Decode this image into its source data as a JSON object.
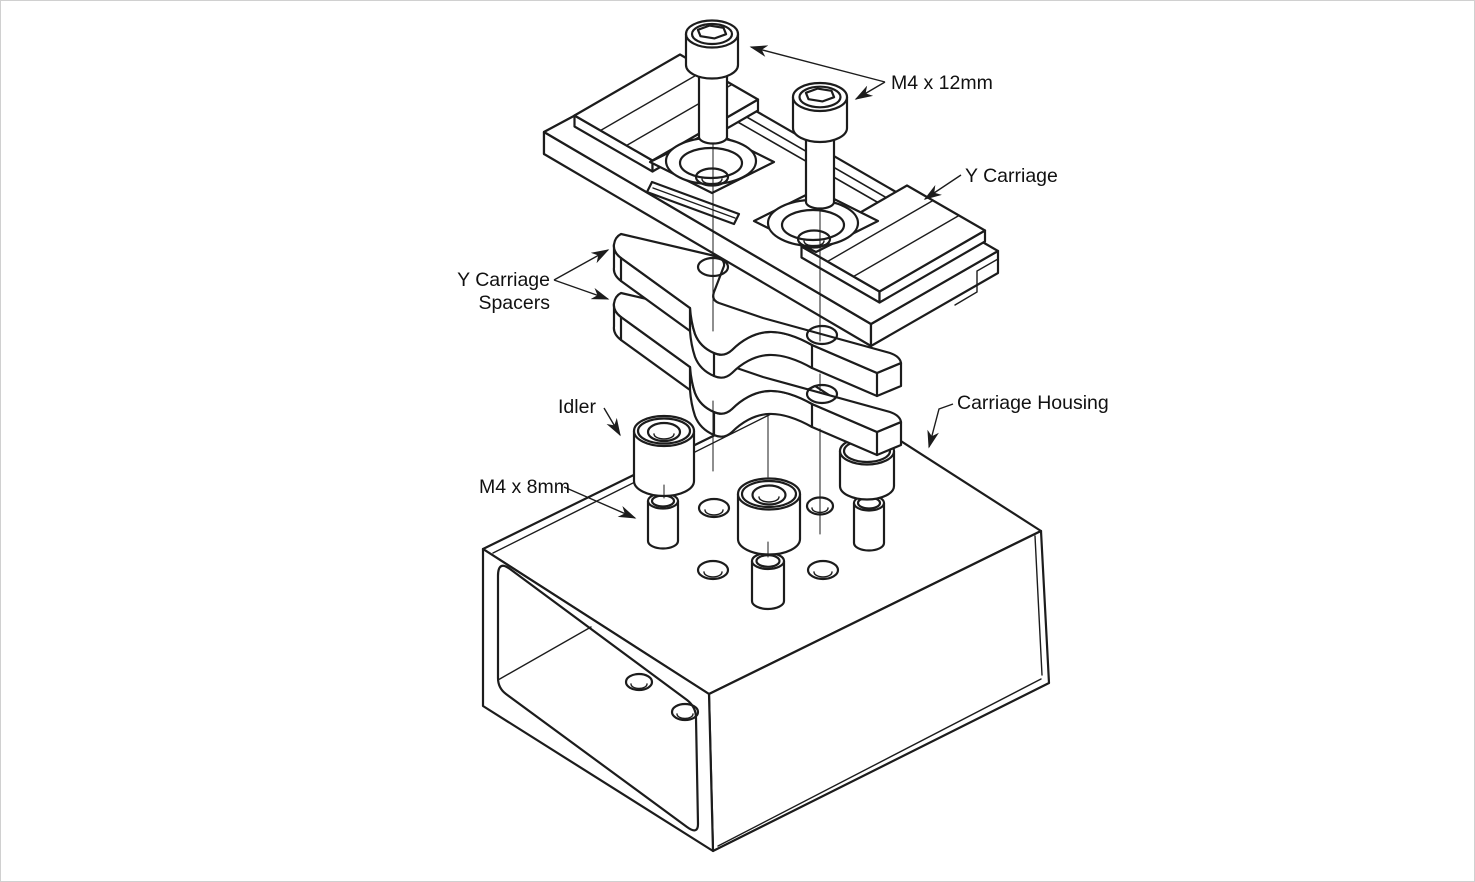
{
  "diagram": {
    "type": "exploded-assembly-technical-drawing",
    "colors": {
      "background": "#ffffff",
      "line": "#1c1c1c",
      "text": "#111111",
      "frame": "#d0d0d0"
    },
    "labels": {
      "m4x12": "M4 x 12mm",
      "y_carriage": "Y Carriage",
      "spacers_line1": "Y Carriage",
      "spacers_line2": "Spacers",
      "idler": "Idler",
      "m4x8": "M4 x 8mm",
      "housing": "Carriage Housing"
    },
    "parts": [
      {
        "name": "M4 x 12mm",
        "note": "two socket head cap screws, top"
      },
      {
        "name": "Y Carriage",
        "note": "belt-grip plate with two counterbored holes and slot"
      },
      {
        "name": "Y Carriage Spacers",
        "note": "two identical notched plates"
      },
      {
        "name": "Idler",
        "note": "flanged spool"
      },
      {
        "name": "M4 x 8mm",
        "note": "short screws"
      },
      {
        "name": "Carriage Housing",
        "note": "open box with hole pattern"
      }
    ]
  }
}
